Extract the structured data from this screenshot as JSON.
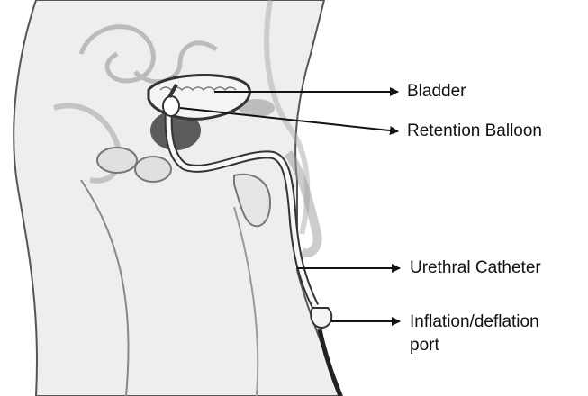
{
  "labels": {
    "bladder": "Bladder",
    "retention_balloon": "Retention Balloon",
    "urethral_catheter": "Urethral Catheter",
    "inflation_port_line1": "Inflation/deflation",
    "inflation_port_line2": "port"
  },
  "colors": {
    "ink": "#111111",
    "tissue_light": "#e9e9e9",
    "tissue_mid": "#cfcfcf",
    "tissue_dark": "#5a5a5a",
    "tube": "#f7f7f7"
  }
}
